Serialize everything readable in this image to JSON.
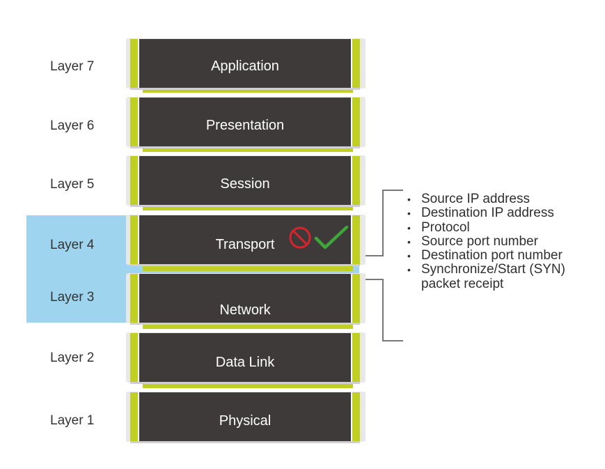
{
  "layers": [
    {
      "label": "Layer 7",
      "name": "Application"
    },
    {
      "label": "Layer 6",
      "name": "Presentation"
    },
    {
      "label": "Layer 5",
      "name": "Session"
    },
    {
      "label": "Layer 4",
      "name": "Transport"
    },
    {
      "label": "Layer 3",
      "name": "Network"
    },
    {
      "label": "Layer 2",
      "name": "Data Link"
    },
    {
      "label": "Layer 1",
      "name": "Physical"
    }
  ],
  "fields": [
    "Source IP address",
    "Destination IP address",
    "Protocol",
    "Source port number",
    "Destination port number",
    "Synchronize/Start (SYN) packet receipt"
  ],
  "icons": {
    "deny": "no-entry-icon",
    "allow": "checkmark-icon"
  },
  "colors": {
    "block": "#3e3a39",
    "accent": "#bfcf24",
    "highlight": "#9fd4ee",
    "deny": "#d9232d",
    "allow": "#3ea63b"
  }
}
